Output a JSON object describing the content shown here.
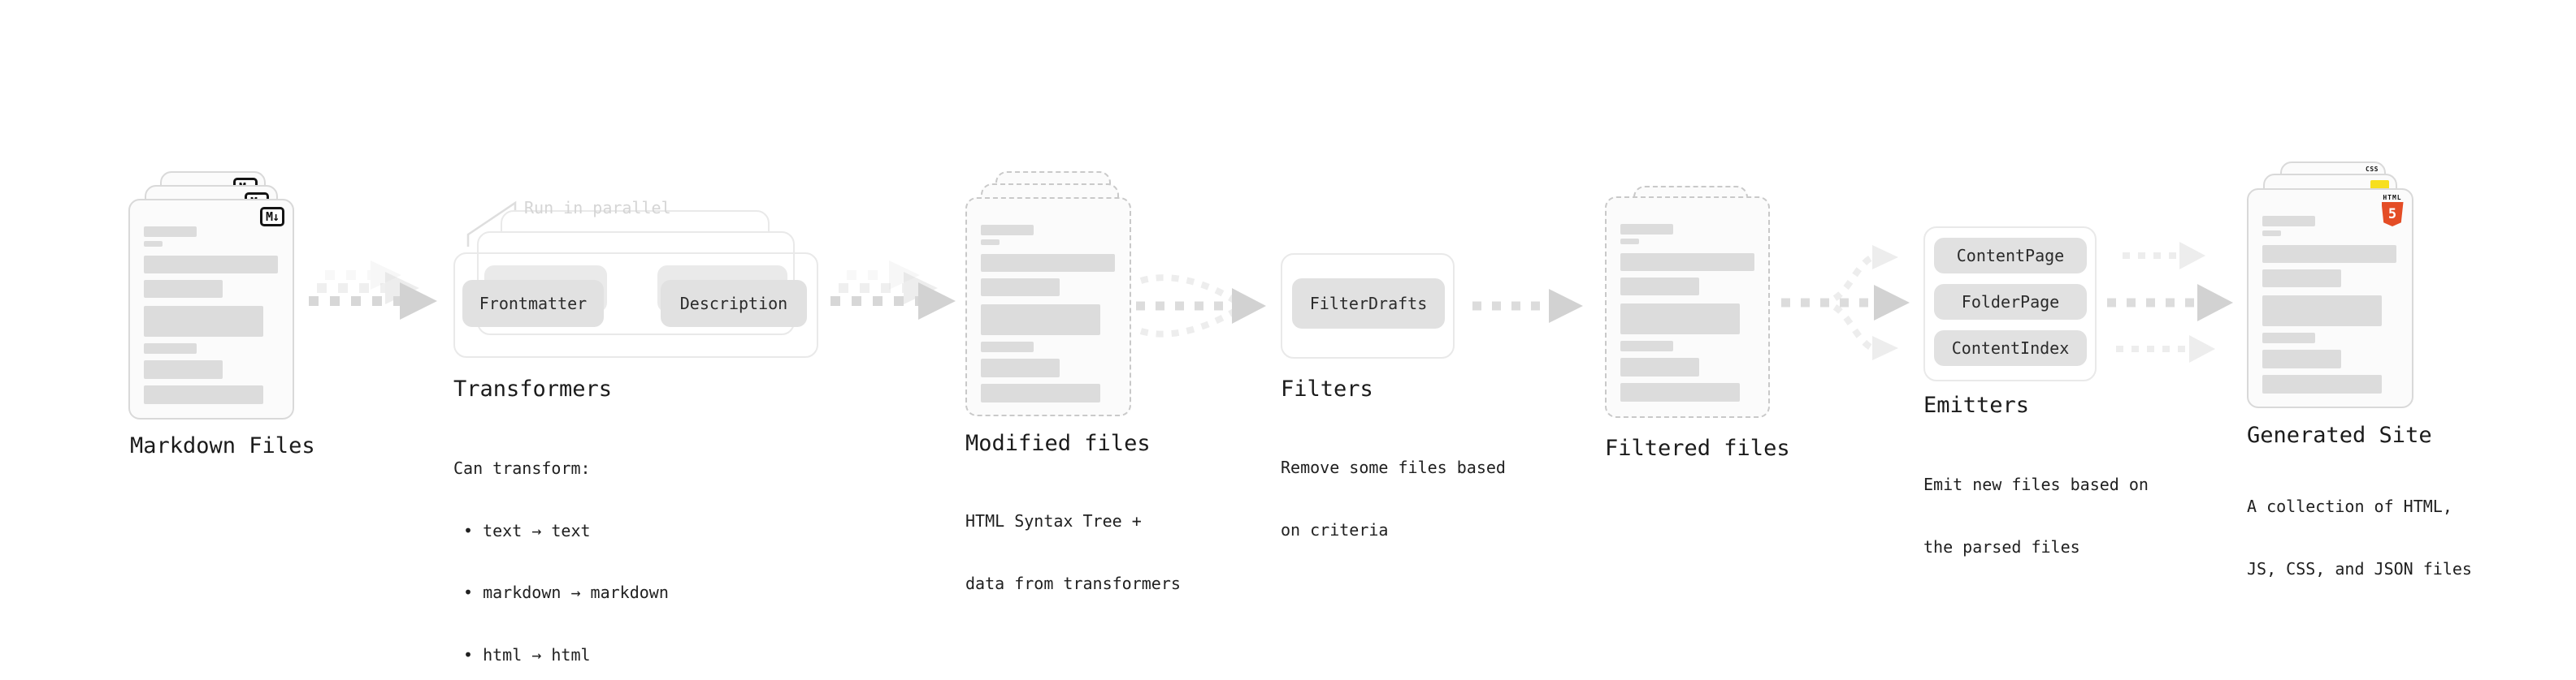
{
  "markdown_files": {
    "label": "Markdown Files",
    "icon_label": "M↓"
  },
  "transformers": {
    "title": "Transformers",
    "annotation": "Run in parallel",
    "boxes": [
      "Frontmatter",
      "Description"
    ],
    "note_heading": "Can transform:",
    "bullets": [
      "• text → text",
      "• markdown → markdown",
      "• html → html"
    ]
  },
  "modified_files": {
    "label": "Modified files",
    "note_lines": [
      "HTML Syntax Tree +",
      "data from transformers"
    ]
  },
  "filters": {
    "title": "Filters",
    "boxes": [
      "FilterDrafts"
    ],
    "note_lines": [
      "Remove some files based",
      "on criteria"
    ]
  },
  "filtered_files": {
    "label": "Filtered files"
  },
  "emitters": {
    "title": "Emitters",
    "boxes": [
      "ContentPage",
      "FolderPage",
      "ContentIndex"
    ],
    "note_lines": [
      "Emit new files based on",
      "the parsed files"
    ]
  },
  "generated_site": {
    "label": "Generated Site",
    "note_lines": [
      "A collection of HTML,",
      "JS, CSS, and JSON files"
    ],
    "css_icon_label": "CSS",
    "html5_icon_label": "HTML",
    "html5_icon_number": "5"
  },
  "colors": {
    "arrow_gray": "#d7d7d7",
    "arrow_head_gray": "#d2d2d2",
    "light_arrow_gray": "#ededed",
    "box_gray": "#e1e1e1",
    "card_bg": "#fbfbfb",
    "annotation_gray": "#d5d5d5",
    "html5_orange": "#e44d26",
    "js_yellow": "#f7df1e",
    "css_blue": "#2d53e5",
    "text": "#1c1c1c"
  }
}
